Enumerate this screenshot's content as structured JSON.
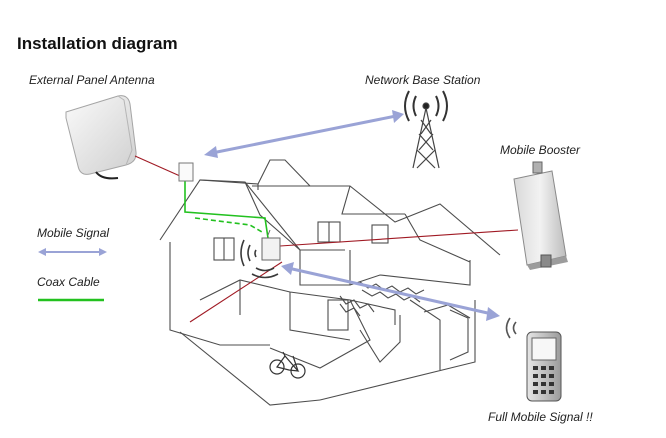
{
  "title": "Installation diagram",
  "labels": {
    "external_antenna": "External Panel Antenna",
    "base_station": "Network Base Station",
    "booster": "Mobile Booster",
    "mobile_signal": "Mobile Signal",
    "coax_cable": "Coax Cable",
    "full_signal": "Full Mobile Signal !!"
  },
  "colors": {
    "signal_arrow": "#9aa3d6",
    "coax_green": "#22c11f",
    "cable_red": "#a01a24",
    "line": "#555555"
  }
}
